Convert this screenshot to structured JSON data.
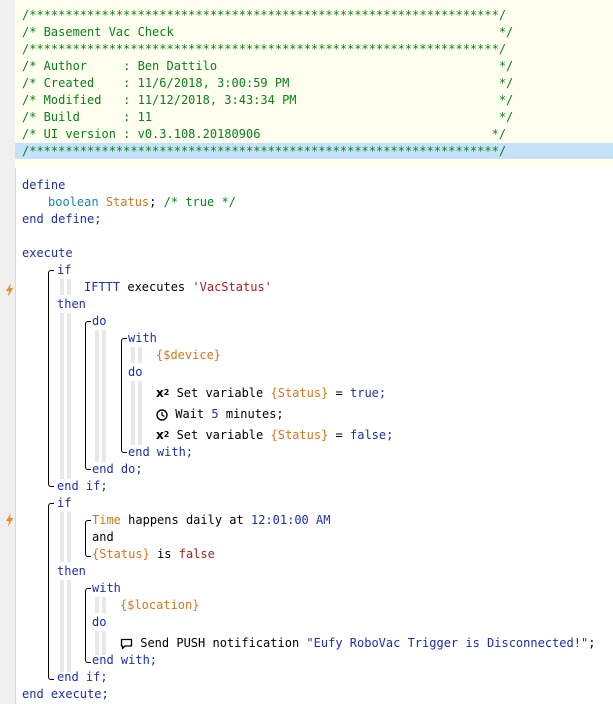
{
  "header": {
    "border": "/*****************************************************************/",
    "title_line": "/* Basement Vac Check                                             */",
    "author_line": "/* Author     : Ben Dattilo                                       */",
    "created_line": "/* Created    : 11/6/2018, 3:00:59 PM                             */",
    "modified_line": "/* Modified   : 11/12/2018, 3:43:34 PM                            */",
    "build_line": "/* Build      : 11                                                */",
    "ui_line": "/* UI version : v0.3.108.20180906                                */"
  },
  "define": {
    "open": "define",
    "type": "boolean",
    "var": "Status",
    "semicolon": ";",
    "comment": "/* true */",
    "close": "end define;"
  },
  "execute": {
    "open": "execute",
    "close": "end execute;",
    "if1": {
      "kw_if": "if",
      "cond_device": "IFTTT",
      "cond_verb": "executes",
      "cond_value": "'VacStatus'",
      "kw_then": "then",
      "kw_do": "do",
      "kw_with": "with",
      "with_device": "{$device}",
      "kw_do2": "do",
      "set1_text": "Set variable",
      "set1_var": "{Status}",
      "set1_eq": "=",
      "set1_val": "true;",
      "wait_text": "Wait",
      "wait_num": "5",
      "wait_unit": "minutes;",
      "set2_text": "Set variable",
      "set2_var": "{Status}",
      "set2_eq": "=",
      "set2_val": "false;",
      "end_with": "end with;",
      "end_do": "end do;",
      "end_if": "end if;"
    },
    "if2": {
      "kw_if": "if",
      "cond1_var": "Time",
      "cond1_text": "happens daily at",
      "cond1_time": "12:01:00 AM",
      "kw_and": "and",
      "cond2_var": "{Status}",
      "cond2_text": "is",
      "cond2_val": "false",
      "kw_then": "then",
      "kw_with": "with",
      "with_location": "{$location}",
      "kw_do": "do",
      "push_text": "Send PUSH notification",
      "push_msg": "\"Eufy RoboVac Trigger is Disconnected!\"",
      "push_semicolon": ";",
      "end_with": "end with;",
      "end_if": "end if;"
    }
  },
  "colors": {
    "comment": "#0b7d1c",
    "keyword": "#1e2fa8",
    "type": "#1f7fbd",
    "variable": "#d2771c",
    "string": "#a52222",
    "highlight": "#c6e2fb",
    "header_bg": "#fffff0"
  },
  "icons": {
    "trigger": "lightning-bolt-icon",
    "set_variable": "superscript-x2-icon",
    "wait": "clock-icon",
    "push": "speech-bubble-icon"
  }
}
